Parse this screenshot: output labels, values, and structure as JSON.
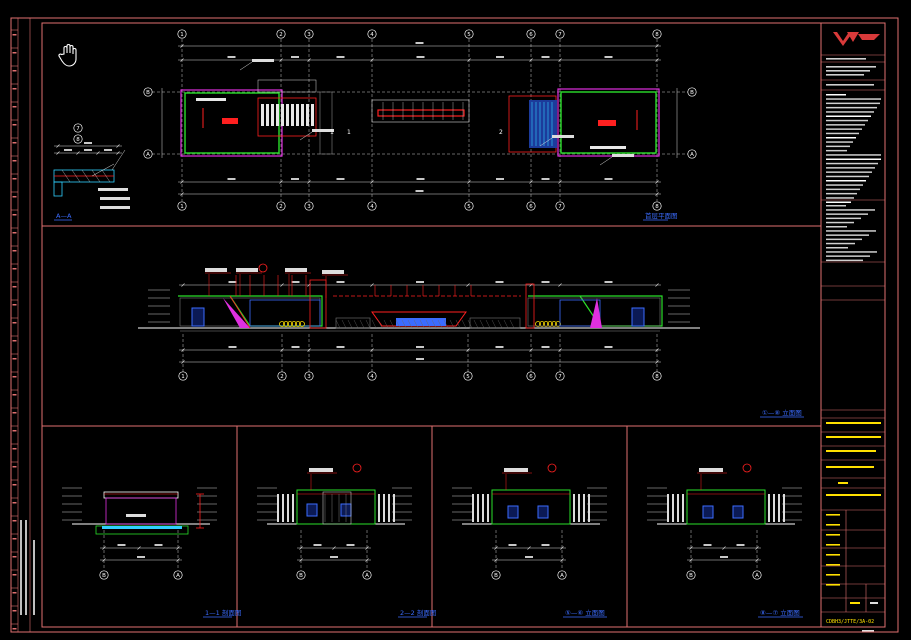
{
  "colors": {
    "background": "#000000",
    "frame": "#e07070",
    "axis_line": "#ffffff",
    "dim_line": "#d8d8d8",
    "wall_green": "#2adf2a",
    "wall_magenta": "#e030e0",
    "red": "#ff2020",
    "blue": "#3b6cff",
    "cyan": "#30d0ff",
    "yellow": "#ffe000",
    "logo_red": "#d83a3a"
  },
  "cursor": {
    "icon": "hand-pan-icon"
  },
  "plan": {
    "grid_top_labels": [
      "1",
      "2",
      "3",
      "4",
      "5",
      "6",
      "7",
      "8"
    ],
    "grid_bottom_labels": [
      "1",
      "2",
      "3",
      "4",
      "5",
      "6",
      "7",
      "8"
    ],
    "row_labels": [
      "B",
      "A"
    ],
    "title": "首层平面图"
  },
  "detail": {
    "grid_labels": [
      "7",
      "8"
    ],
    "title": "A—A"
  },
  "elevation": {
    "grid_labels": [
      "1",
      "2",
      "3",
      "4",
      "5",
      "6",
      "7",
      "8"
    ],
    "title": "①—⑧ 立面图"
  },
  "sections": [
    {
      "title": "1—1 剖面图",
      "axis_labels": [
        "B",
        "A"
      ]
    },
    {
      "title": "2—2 剖面图",
      "axis_labels": [
        "B",
        "A"
      ]
    },
    {
      "title": "⑤—⑥ 立面图",
      "axis_labels": [
        "B",
        "A"
      ]
    },
    {
      "title": "⑧—⑦ 立面图",
      "axis_labels": [
        "B",
        "A"
      ]
    }
  ],
  "title_block": {
    "logo_icon": "company-logo-icon",
    "drawing_no": "CDBH3/JTTE/3A-02",
    "sheet": "1:100",
    "page": "02"
  }
}
